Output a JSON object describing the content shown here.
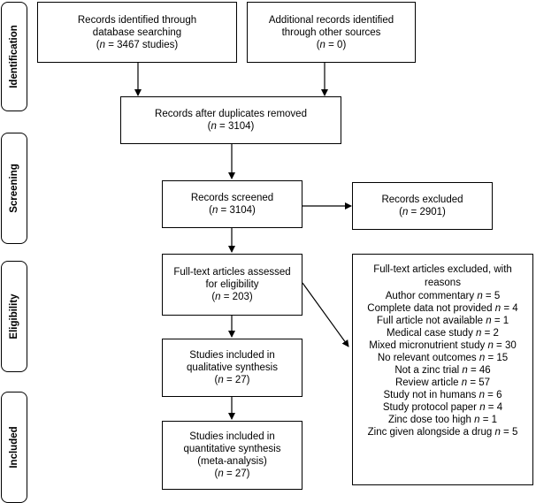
{
  "stages": {
    "identification": "Identification",
    "screening": "Screening",
    "eligibility": "Eligibility",
    "included": "Included"
  },
  "boxes": {
    "db_search": {
      "line1": "Records identified through",
      "line2": "database searching",
      "n_prefix": "n",
      "n_value": " =  3467 studies)"
    },
    "other_sources": {
      "line1": "Additional records identified",
      "line2": "through other sources",
      "n_prefix": "n",
      "n_value": " = 0)"
    },
    "after_duplicates": {
      "line1": "Records after duplicates removed",
      "n_prefix": "n",
      "n_value": " =  3104)"
    },
    "screened": {
      "line1": "Records screened",
      "n_prefix": "n",
      "n_value": " =  3104)"
    },
    "excluded": {
      "line1": "Records excluded",
      "n_prefix": "n",
      "n_value": " = 2901)"
    },
    "fulltext": {
      "line1": "Full-text articles assessed",
      "line2": "for eligibility",
      "n_prefix": "n",
      "n_value": " =  203)"
    },
    "qualitative": {
      "line1": "Studies included in",
      "line2": "qualitative synthesis",
      "n_prefix": "n",
      "n_value": " = 27)"
    },
    "quantitative": {
      "line1": "Studies included in",
      "line2": "quantitative synthesis",
      "line3": "(meta-analysis)",
      "n_prefix": "n",
      "n_value": " =  27)"
    },
    "fulltext_excluded": {
      "title1": "Full-text articles excluded, with",
      "title2": "reasons",
      "reasons": [
        {
          "label": "Author commentary ",
          "n": " = 5"
        },
        {
          "label": "Complete data not provided ",
          "n": " = 4"
        },
        {
          "label": "Full article not available ",
          "n": "  = 1"
        },
        {
          "label": "Medical case study ",
          "n": " = 2"
        },
        {
          "label": "Mixed micronutrient study ",
          "n": " = 30"
        },
        {
          "label": "No relevant outcomes ",
          "n": "  =  15"
        },
        {
          "label": "Not a zinc trial ",
          "n": " = 46"
        },
        {
          "label": "Review article ",
          "n": " = 57"
        },
        {
          "label": "Study not in humans ",
          "n": " = 6"
        },
        {
          "label": "Study protocol paper ",
          "n": " = 4"
        },
        {
          "label": "Zinc dose too high ",
          "n": " = 1"
        },
        {
          "label": "Zinc given alongside a drug ",
          "n": " = 5"
        }
      ]
    }
  }
}
